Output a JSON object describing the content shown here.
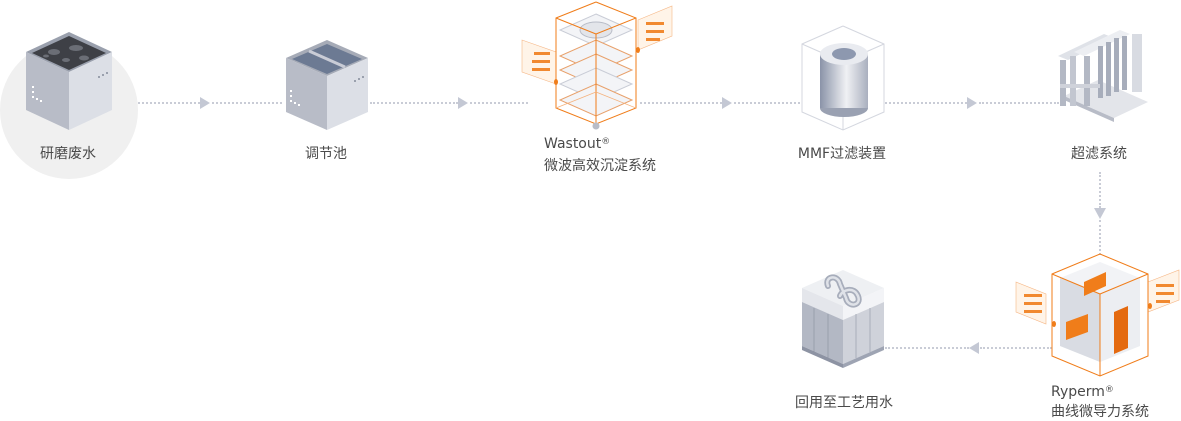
{
  "steps": [
    {
      "id": "grinding-wastewater",
      "label": "研磨废水",
      "icon": "grinding-wastewater-tank-icon"
    },
    {
      "id": "regulating-pool",
      "label": "调节池",
      "icon": "regulating-pool-tank-icon"
    },
    {
      "id": "wastout",
      "brand": "Wastout",
      "reg": "®",
      "label": "微波高效沉淀系统",
      "icon": "wastout-sedimentation-stack-icon"
    },
    {
      "id": "mmf",
      "label": "MMF过滤装置",
      "icon": "mmf-filter-cylinder-icon"
    },
    {
      "id": "ultrafiltration",
      "label": "超滤系统",
      "icon": "ultrafiltration-rack-icon"
    },
    {
      "id": "ryperm",
      "brand": "Ryperm",
      "reg": "®",
      "label": "曲线微导力系统",
      "icon": "ryperm-cube-icon"
    },
    {
      "id": "reuse",
      "label": "回用至工艺用水",
      "icon": "reuse-water-tank-icon"
    }
  ],
  "colors": {
    "accent": "#f07d1a",
    "connector": "#c9ccd6",
    "arrow": "#c4c8d4",
    "tank_dark": "#8d93a3",
    "tank_light": "#e6e8ee",
    "text": "#4a4a4a",
    "highlight_circle": "#f0f0f0"
  }
}
